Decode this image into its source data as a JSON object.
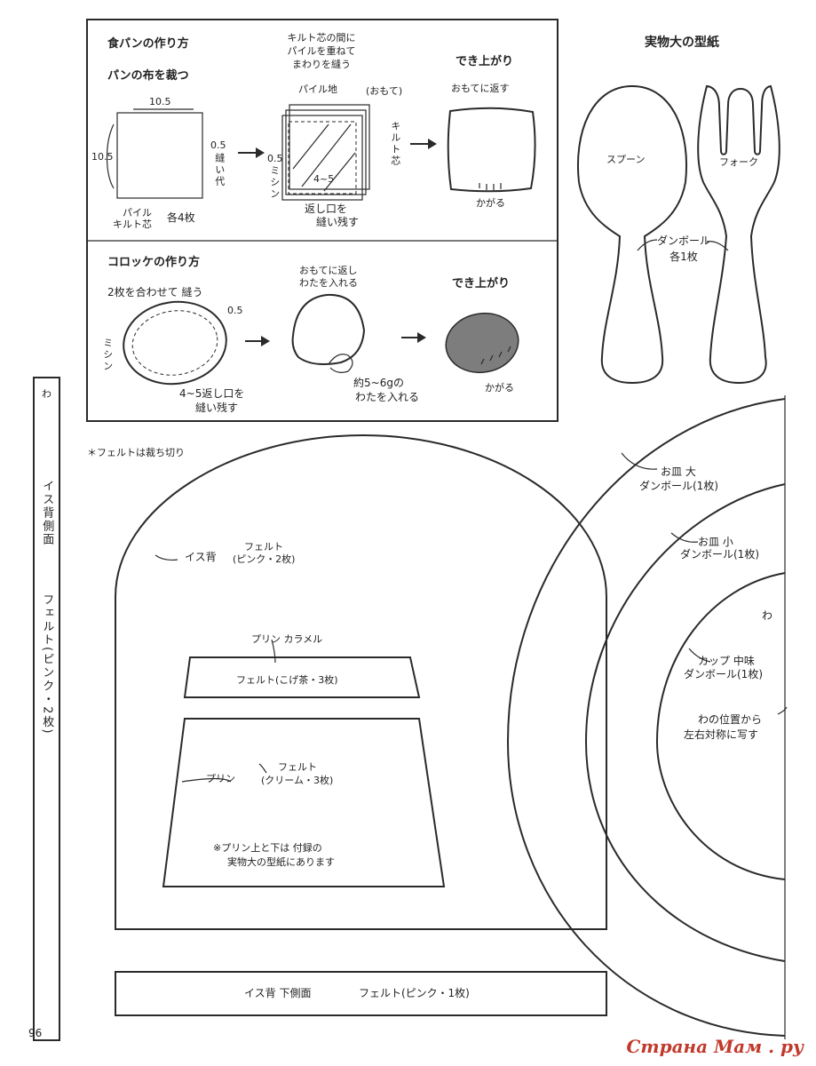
{
  "bread": {
    "title": "食パンの作り方",
    "step1_title": "パンの布を裁つ",
    "dim_w": "10.5",
    "dim_h": "10.5",
    "seam1": "0.5",
    "seam1_label": "縫い代",
    "material": "パイル",
    "material2": "キルト芯",
    "count": "各4枚",
    "step2_note_1": "キルト芯の間に",
    "step2_note_2": "パイルを重ねて",
    "step2_note_3": "まわりを縫う",
    "pile": "パイル地",
    "omote": "(おもて)",
    "quilt": "キルト芯",
    "seam2": "0.5",
    "seam2_label": "ミシン",
    "gap": "4~5",
    "gap_note_1": "返し口を",
    "gap_note_2": "縫い残す",
    "done": "でき上がり",
    "turn": "おもてに返す",
    "kagaru": "かがる"
  },
  "croquette": {
    "title": "コロッケの作り方",
    "step1": "2枚を合わせて 縫う",
    "seam": "0.5",
    "machine": "ミシン",
    "gap_1": "4~5返し口を",
    "gap_2": "縫い残す",
    "turn_1": "おもてに返し",
    "turn_2": "わたを入れる",
    "cotton_1": "約5~6gの",
    "cotton_2": "わたを入れる",
    "done": "でき上がり",
    "kagaru": "かがる"
  },
  "patterns": {
    "title": "実物大の型紙",
    "spoon": "スプーン",
    "fork": "フォーク",
    "cardboard": "ダンボール",
    "each1": "各1枚",
    "felt_note": "＊フェルトは裁ち切り",
    "chair_back": "イス背",
    "chair_back_mat_1": "フェルト",
    "chair_back_mat_2": "(ピンク・2枚)",
    "caramel": "プリン カラメル",
    "caramel_mat": "フェルト(こげ茶・3枚)",
    "pudding": "プリン",
    "pudding_mat_1": "フェルト",
    "pudding_mat_2": "(クリーム・3枚)",
    "pudding_note_1": "※プリン上と下は 付録の",
    "pudding_note_2": "実物大の型紙にあります",
    "side_wa": "わ",
    "side_label": "イス背側面",
    "side_mat": "フェルト(ピンク・2枚)",
    "bottom_side": "イス背 下側面",
    "bottom_mat": "フェルト(ピンク・1枚)",
    "plate_big_1": "お皿 大",
    "plate_big_2": "ダンボール(1枚)",
    "plate_small_1": "お皿 小",
    "plate_small_2": "ダンボール(1枚)",
    "wa": "わ",
    "cup_1": "カップ 中味",
    "cup_2": "ダンボール(1枚)",
    "sym_1": "わの位置から",
    "sym_2": "左右対称に写す"
  },
  "page_number": "96",
  "watermark": "Страна Мам . ру"
}
